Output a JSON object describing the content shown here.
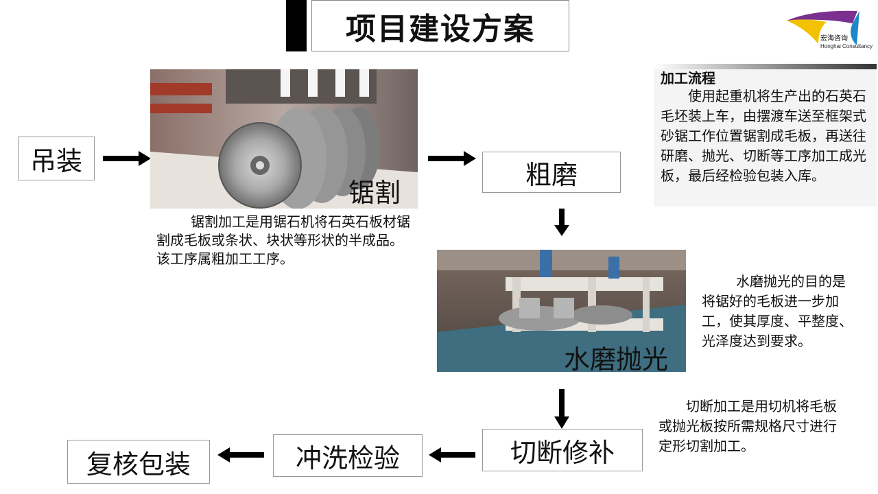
{
  "header": {
    "title": "项目建设方案"
  },
  "logo": {
    "name": "宏海咨询",
    "subtitle": "Honghai Consultancy"
  },
  "steps": {
    "hoist": "吊装",
    "rough_grind": "粗磨",
    "cut_repair": "切断修补",
    "wash_inspect": "冲洗检验",
    "recheck_pack": "复核包装"
  },
  "photos": {
    "saw_label": "锯割",
    "polish_label": "水磨抛光"
  },
  "descriptions": {
    "saw": "锯割加工是用锯石机将石英石板材锯割成毛板或条状、块状等形状的半成品。该工序属粗加工工序。",
    "polish": "水磨抛光的目的是将锯好的毛板进一步加工，使其厚度、平整度、光泽度达到要求。",
    "cut": "切断加工是用切机将毛板或抛光板按所需规格尺寸进行定形切割加工。"
  },
  "process": {
    "title": "加工流程",
    "text": "使用起重机将生产出的石英石毛坯装上车，由摆渡车送至框架式砂锯工作位置锯割成毛板，再送往研磨、抛光、切断等工序加工成光板，最后经检验包装入库。"
  },
  "colors": {
    "arrow": "#000000",
    "logo_purple": "#7b2f8e",
    "logo_yellow": "#f2c200",
    "logo_blue": "#1e88c8"
  }
}
